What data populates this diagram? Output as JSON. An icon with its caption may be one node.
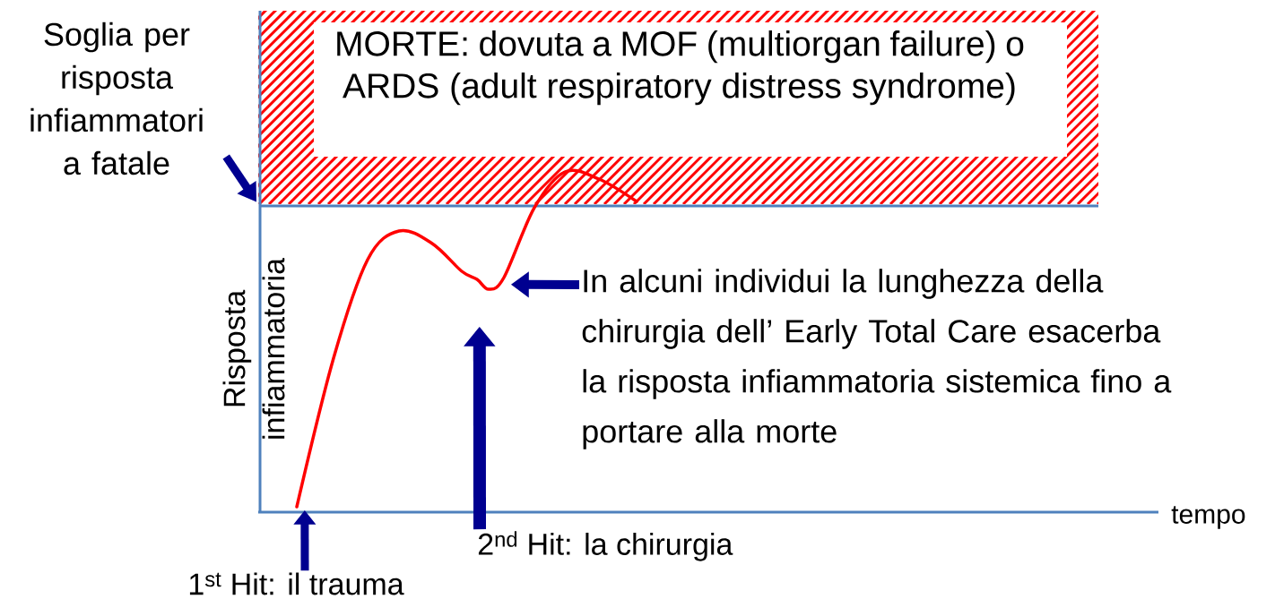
{
  "diagram": {
    "nodes": [
      {
        "text": [
          "MORTE: dovuta a MOF (multiorgan failure) o ARDS (adult respiratory distress syndrome)"
        ]
      },
      {
        "text": [
          "Soglia per risposta infiammatori a fatale"
        ]
      },
      {
        "text": [
          "In alcuni individui la lunghezza della chirurgia dell’ Early Total Care esacerba la risposta infiammatoria sistemica fino a portare alla morte"
        ]
      },
      {
        "text": [
          "1$^{st}$ Hit: il trauma"
        ]
      },
      {
        "text": [
          "2$^{nd}$ Hit: la chirurgia"
        ]
      },
      {
        "text": [],
        "shape": "curve"
      }
    ],
    "edges": [
      {
        "from": 1,
        "to": 0,
        "arrow": "to"
      },
      {
        "from": 2,
        "to": 5,
        "arrow": "to"
      },
      {
        "from": 3,
        "to": 5,
        "arrow": "to"
      },
      {
        "from": 4,
        "to": 5,
        "arrow": "to"
      }
    ],
    "labels": [
      "Risposta infiammatoria",
      "tempo"
    ]
  }
}
